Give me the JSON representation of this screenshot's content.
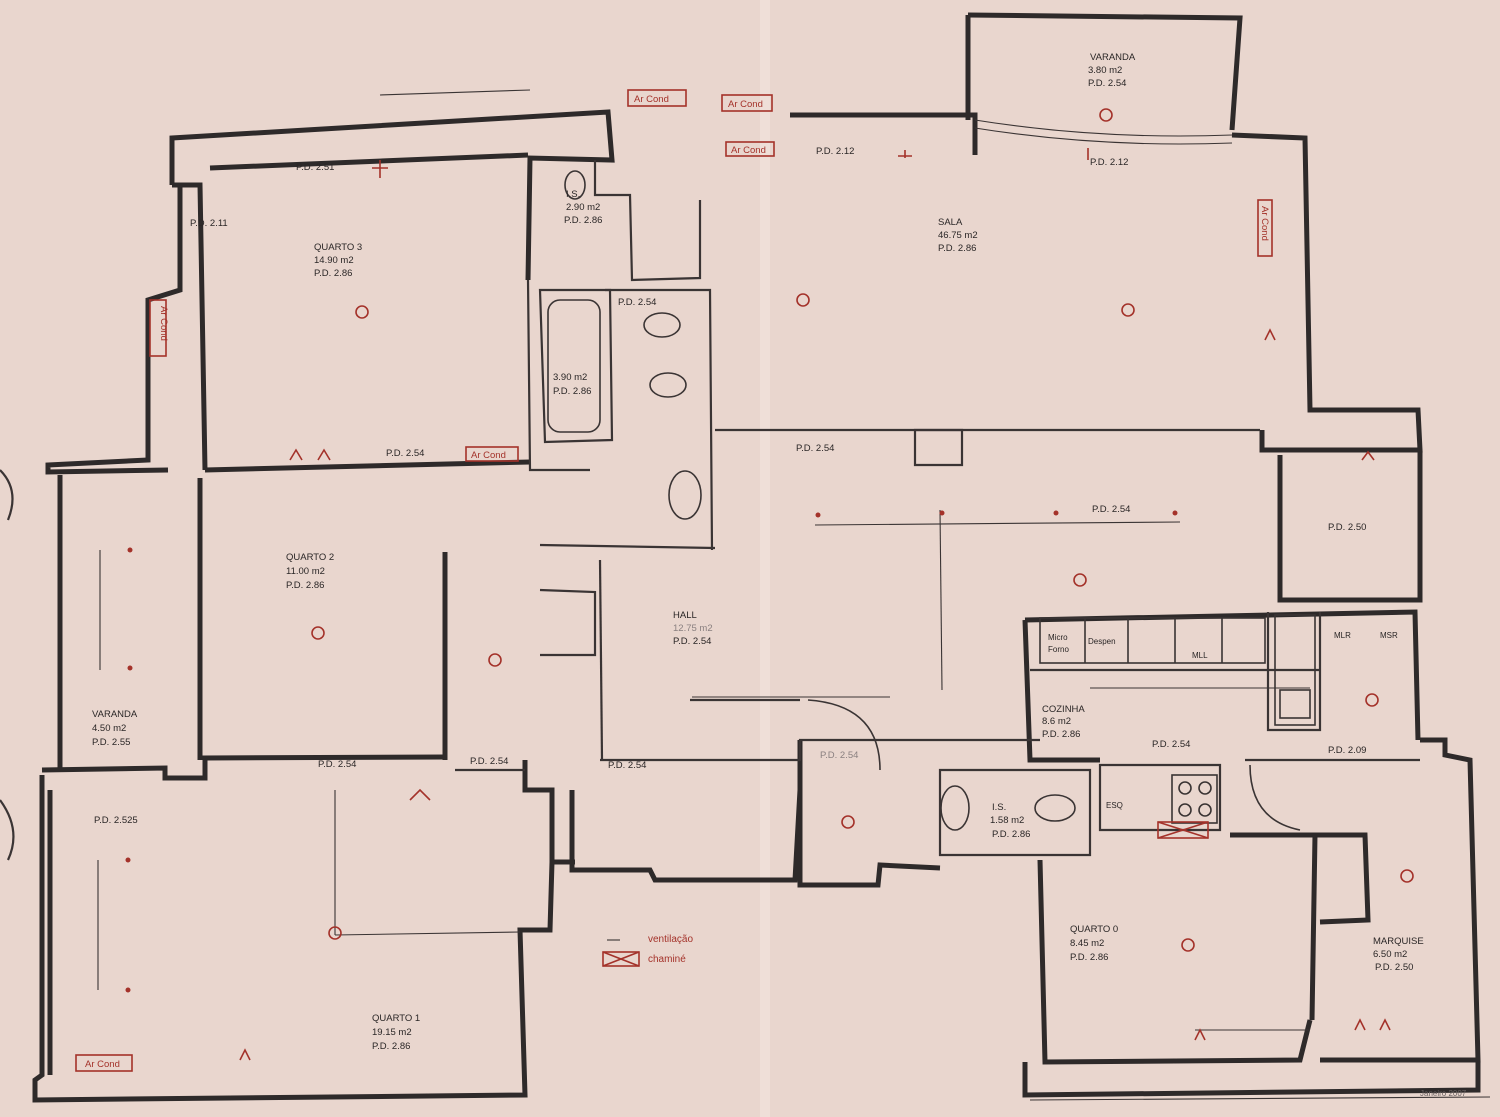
{
  "plan": {
    "rooms": [
      {
        "id": "varanda-top",
        "name": "VARANDA",
        "area": "3.80 m2",
        "pd": "P.D. 2.54"
      },
      {
        "id": "sala",
        "name": "SALA",
        "area": "46.75 m2",
        "pd": "P.D. 2.86"
      },
      {
        "id": "quarto3",
        "name": "QUARTO 3",
        "area": "14.90 m2",
        "pd": "P.D. 2.86"
      },
      {
        "id": "is-top",
        "name": "I.S.",
        "area": "2.90 m2",
        "pd": "P.D. 2.86"
      },
      {
        "id": "bath",
        "name": "",
        "area": "3.90 m2",
        "pd": "P.D. 2.86"
      },
      {
        "id": "quarto2",
        "name": "QUARTO 2",
        "area": "11.00 m2",
        "pd": "P.D. 2.86"
      },
      {
        "id": "hall",
        "name": "HALL",
        "area": "12.75 m2",
        "pd": "P.D. 2.54"
      },
      {
        "id": "varanda-left",
        "name": "VARANDA",
        "area": "4.50 m2",
        "pd": "P.D. 2.55"
      },
      {
        "id": "quarto1",
        "name": "QUARTO 1",
        "area": "19.15 m2",
        "pd": "P.D. 2.86"
      },
      {
        "id": "cozinha",
        "name": "COZINHA",
        "area": "8.6 m2",
        "pd": "P.D. 2.86"
      },
      {
        "id": "is-bottom",
        "name": "I.S.",
        "area": "1.58 m2",
        "pd": "P.D. 2.86"
      },
      {
        "id": "quarto0",
        "name": "QUARTO 0",
        "area": "8.45 m2",
        "pd": "P.D. 2.86"
      },
      {
        "id": "marquise",
        "name": "MARQUISE",
        "area": "6.50 m2",
        "pd": "P.D. 2.50"
      }
    ],
    "pd_labels": {
      "pd_251": "P.D. 2.51",
      "pd_211": "P.D. 2.11",
      "pd_212a": "P.D. 2.12",
      "pd_212b": "P.D. 2.12",
      "pd_254_q3": "P.D. 2.54",
      "pd_254_wc": "P.D. 2.54",
      "pd_254_sala": "P.D. 2.54",
      "pd_254_right": "P.D. 2.54",
      "pd_250": "P.D. 2.50",
      "pd_254_q2": "P.D. 2.54",
      "pd_254_mid": "P.D. 2.54",
      "pd_254_hall": "P.D. 2.54",
      "pd_254_door": "P.D. 2.54",
      "pd_254_coz": "P.D. 2.54",
      "pd_209": "P.D. 2.09",
      "pd_2525": "P.D. 2.525"
    },
    "ar_cond": [
      "Ar Cond",
      "Ar Cond",
      "Ar Cond",
      "Ar Cond",
      "Ar Cond",
      "Ar Cond",
      "Ar Cond"
    ],
    "kitchen_labels": {
      "micro": "Micro",
      "forno": "Forno",
      "despen": "Despen",
      "mll": "MLL",
      "mlr": "MLR",
      "msr": "MSR",
      "esq": "ESQ"
    },
    "legend": {
      "ventilacao": "ventilação",
      "chamine": "chaminé"
    },
    "date": "Janeiro 2007"
  },
  "colors": {
    "paper": "#e9d6ce",
    "walls": "#2e2a2a",
    "electrical": "#a4322a"
  }
}
